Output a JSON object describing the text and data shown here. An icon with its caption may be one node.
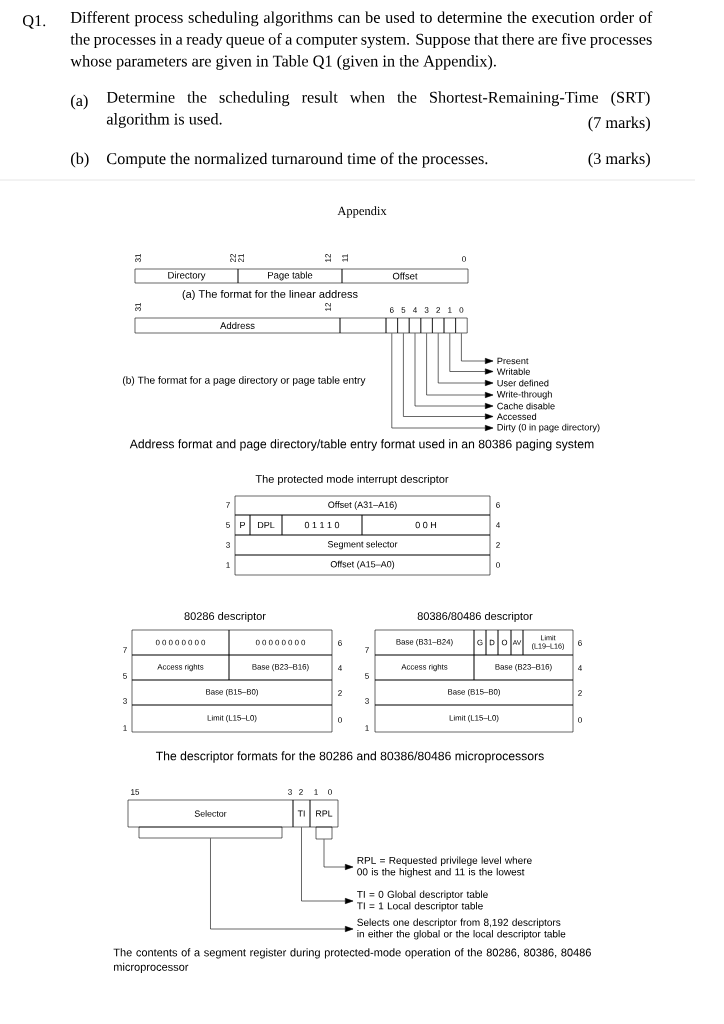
{
  "diagram": {
    "nodes": [
      {
        "text": [
          "Directory"
        ]
      },
      {
        "text": [
          "Page table"
        ]
      },
      {
        "text": [
          "Offset"
        ]
      },
      {
        "text": [
          "Address"
        ]
      },
      {
        "text": [],
        "shape": "box"
      },
      {
        "text": [],
        "shape": "box"
      },
      {
        "text": [],
        "shape": "box"
      },
      {
        "text": [],
        "shape": "box"
      },
      {
        "text": [],
        "shape": "box"
      },
      {
        "text": [],
        "shape": "box"
      },
      {
        "text": [],
        "shape": "box"
      },
      {
        "text": [],
        "shape": "box"
      },
      {
        "text": [
          "Present"
        ]
      },
      {
        "text": [
          "Writable"
        ]
      },
      {
        "text": [
          "User defined"
        ]
      },
      {
        "text": [
          "Write-through"
        ]
      },
      {
        "text": [
          "Cache disable"
        ]
      },
      {
        "text": [
          "Accessed"
        ]
      },
      {
        "text": [
          "Dirty (0 in page directory)"
        ]
      },
      {
        "text": [
          "Offset (A31–A16)"
        ]
      },
      {
        "text": [
          "P"
        ]
      },
      {
        "text": [
          "DPL"
        ]
      },
      {
        "text": [
          "0 1 1 1 0"
        ]
      },
      {
        "text": [
          "0 0 H"
        ]
      },
      {
        "text": [
          "Segment selector"
        ]
      },
      {
        "text": [
          "Offset (A15–A0)"
        ]
      },
      {
        "text": [
          "0 0 0 0 0 0 0 0"
        ]
      },
      {
        "text": [
          "0 0 0 0 0 0 0 0"
        ]
      },
      {
        "text": [
          "Access rights"
        ]
      },
      {
        "text": [
          "Base (B23–B16)"
        ]
      },
      {
        "text": [
          "Base (B15–B0)"
        ]
      },
      {
        "text": [
          "Limit (L15–L0)"
        ]
      },
      {
        "text": [
          "Base (B31–B24)"
        ]
      },
      {
        "text": [
          "G"
        ]
      },
      {
        "text": [
          "D"
        ]
      },
      {
        "text": [
          "O"
        ]
      },
      {
        "text": [
          "AV"
        ]
      },
      {
        "text": [
          "Limit (L19–L16)"
        ]
      },
      {
        "text": [
          "Access rights"
        ]
      },
      {
        "text": [
          "Base (B23–B16)"
        ]
      },
      {
        "text": [
          "Base (B15–B0)"
        ]
      },
      {
        "text": [
          "Limit (L15–L0)"
        ]
      },
      {
        "text": [
          "Selector"
        ]
      },
      {
        "text": [
          "TI"
        ]
      },
      {
        "text": [
          "RPL"
        ]
      },
      {
        "text": [],
        "shape": "box"
      },
      {
        "text": [],
        "shape": "box"
      },
      {
        "text": [
          "RPL = Requested privilege level where 00 is the highest and 11 is the lowest"
        ]
      },
      {
        "text": [
          "TI = 0 Global descriptor table TI = 1 Local descriptor table"
        ]
      },
      {
        "text": [
          "Selects one descriptor from 8,192 descriptors in either the global or the local descriptor table"
        ]
      }
    ],
    "edges": [
      {
        "from": 11,
        "to": 12,
        "arrow": "to"
      },
      {
        "from": 10,
        "to": 13,
        "arrow": "to"
      },
      {
        "from": 9,
        "to": 14,
        "arrow": "to"
      },
      {
        "from": 8,
        "to": 15,
        "arrow": "to"
      },
      {
        "from": 7,
        "to": 16,
        "arrow": "to"
      },
      {
        "from": 6,
        "to": 17,
        "arrow": "to"
      },
      {
        "from": 5,
        "to": 18,
        "arrow": "to"
      },
      {
        "from": 46,
        "to": 47,
        "arrow": "to"
      },
      {
        "from": 43,
        "to": 48,
        "arrow": "to"
      },
      {
        "from": 45,
        "to": 49,
        "arrow": "to"
      }
    ],
    "labels": [
      "Q1.",
      "Different process scheduling algorithms can be used to determine the execution order of the processes in a ready queue of a computer system. Suppose that there are five processes whose parameters are given in Table Q1 (given in the Appendix).",
      "(a)",
      "Determine the scheduling result when the Shortest-Remaining-Time (SRT) algorithm is used.",
      "(7 marks)",
      "(b)",
      "Compute the normalized turnaround time of the processes.",
      "(3 marks)",
      "Appendix",
      "31",
      "22",
      "21",
      "12",
      "11",
      "0",
      "(a) The format for the linear address",
      "31",
      "12",
      "6",
      "5",
      "4",
      "3",
      "2",
      "1",
      "0",
      "(b) The format for a page directory or page table entry",
      "Address format and page directory/table entry format used in an 80386 paging system",
      "The protected mode interrupt descriptor",
      "7",
      "6",
      "5",
      "4",
      "3",
      "2",
      "1",
      "0",
      "80286 descriptor",
      "80386/80486 descriptor",
      "7",
      "6",
      "5",
      "4",
      "3",
      "2",
      "1",
      "0",
      "7",
      "6",
      "5",
      "4",
      "3",
      "2",
      "1",
      "0",
      "The descriptor formats for the 80286 and 80386/80486 microprocessors",
      "15",
      "3",
      "2",
      "1",
      "0",
      "The contents of a segment register during protected-mode operation of the 80286, 80386, 80486 microprocessor"
    ]
  }
}
